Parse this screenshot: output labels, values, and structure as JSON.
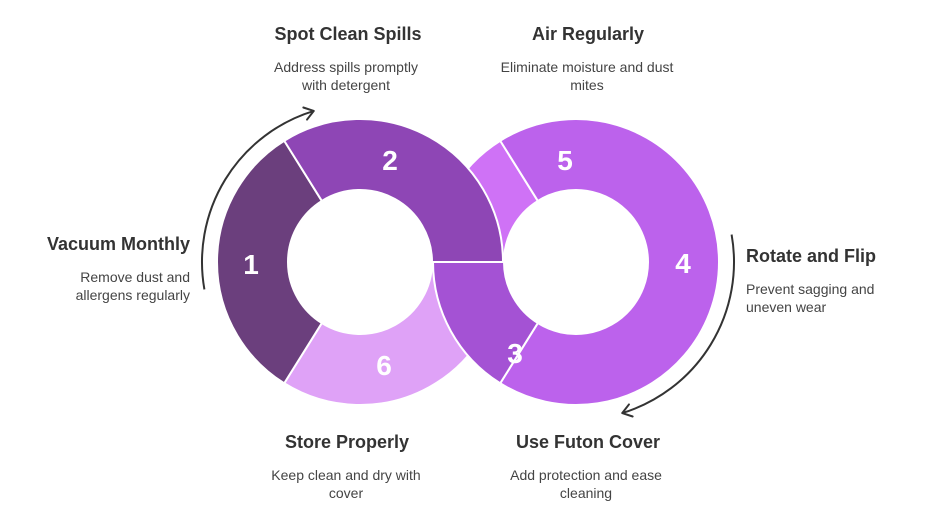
{
  "colors": {
    "segment_1": "#6b3f7d",
    "segment_2": "#8e46b5",
    "segment_3": "#a452d4",
    "segment_4": "#bc62ec",
    "segment_5": "#cf72f6",
    "segment_6": "#dfa2f7",
    "arrow": "#333333"
  },
  "steps": [
    {
      "number": "1",
      "title": "Vacuum Monthly",
      "description": [
        "Remove dust and",
        "allergens regularly"
      ]
    },
    {
      "number": "2",
      "title": "Spot Clean Spills",
      "description": [
        "Address spills promptly",
        "with detergent"
      ]
    },
    {
      "number": "3",
      "title": "Use Futon Cover",
      "description": [
        "Add protection and ease",
        "cleaning"
      ]
    },
    {
      "number": "4",
      "title": "Rotate and Flip",
      "description": [
        "Prevent sagging and",
        "uneven wear"
      ]
    },
    {
      "number": "5",
      "title": "Air Regularly",
      "description": [
        "Eliminate moisture and dust",
        "mites"
      ]
    },
    {
      "number": "6",
      "title": "Store Properly",
      "description": [
        "Keep clean and dry with",
        "cover"
      ]
    }
  ]
}
